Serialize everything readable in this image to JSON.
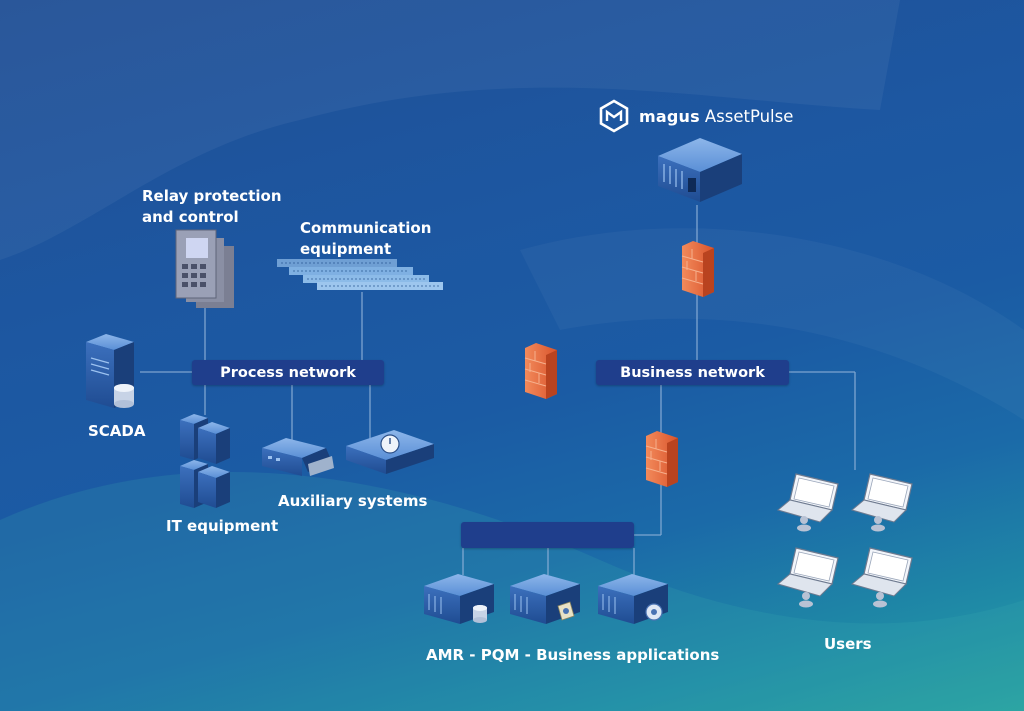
{
  "logo": {
    "brand_primary": "magus",
    "brand_secondary": "AssetPulse"
  },
  "networks": {
    "process": "Process network",
    "business": "Business network",
    "applications": ""
  },
  "labels": {
    "relay": [
      "Relay protection",
      "and control"
    ],
    "comm": [
      "Communication",
      "equipment"
    ],
    "scada": "SCADA",
    "it": "IT equipment",
    "aux": "Auxiliary systems",
    "apps": "AMR - PQM - Business applications",
    "users": "Users"
  },
  "colors": {
    "bar": "#1f3e8c",
    "firewall": "#e8673c",
    "line": "#8fb1d8",
    "server_blue": "#2b5fae",
    "background_top": "#1f4f95",
    "background_bottom": "#2aa2a0"
  },
  "icons": [
    "logo-hexagon-icon",
    "server-rack-icon",
    "firewall-icon",
    "relay-panel-icon",
    "comm-equipment-icon",
    "scada-server-icon",
    "it-server-icon",
    "auxiliary-device-icon",
    "app-server-icon",
    "laptop-user-icon"
  ]
}
